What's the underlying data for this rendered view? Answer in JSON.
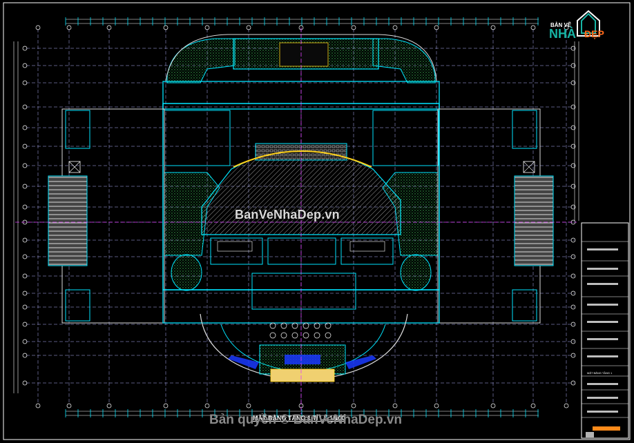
{
  "watermark": {
    "center": "BanVeNhaDep.vn",
    "bottom": "Bản quyền © BanVeNhaDep.vn"
  },
  "drawing": {
    "caption": "MẶT BẰNG TẦNG 1   TỈ LỆ 1/100"
  },
  "logo": {
    "line1": "BẢN VẼ",
    "line2": "NHÀ",
    "line3": "ĐẸP"
  },
  "title_block": {
    "sheet_label": "MẶT BẰNG TẦNG 1"
  },
  "colors": {
    "background": "#000000",
    "grid_line": "#b4b4ff",
    "wall": "#00e5ff",
    "dimension": "#ffffff",
    "landscape": "#2a7a3a",
    "stage": "#cfcfcf",
    "accent_yellow": "#ffd21a",
    "accent_magenta": "#e040ff",
    "logo_green": "#17b4a5",
    "logo_orange": "#ff6a1a"
  }
}
